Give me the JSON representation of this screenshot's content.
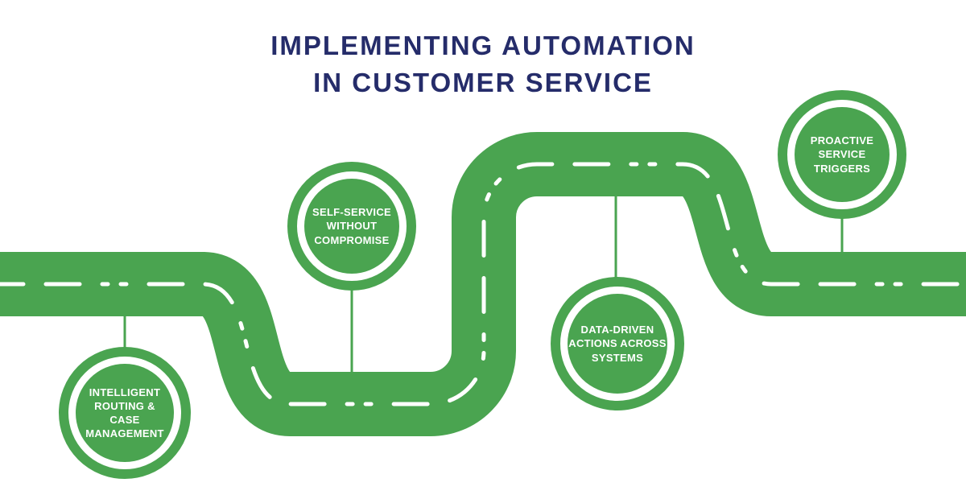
{
  "title": {
    "line1": "IMPLEMENTING AUTOMATION",
    "line2": "IN CUSTOMER SERVICE"
  },
  "colors": {
    "road_green": "#4aa450",
    "title_navy": "#252c6a",
    "center_line_white": "#ffffff"
  },
  "road": {
    "type": "winding-road",
    "description": "Green road entering from left, dipping down, rising through a vertical stretch to a top straight, then descending to exit right; white dashed centerline"
  },
  "milestones": [
    {
      "position": "bottom-left",
      "lines": [
        "INTELLIGENT",
        "ROUTING &",
        "CASE",
        "MANAGEMENT"
      ]
    },
    {
      "position": "upper-middle-left",
      "lines": [
        "SELF-SERVICE",
        "WITHOUT",
        "COMPROMISE"
      ]
    },
    {
      "position": "lower-middle-right",
      "lines": [
        "DATA-DRIVEN",
        "ACTIONS ACROSS",
        "SYSTEMS"
      ]
    },
    {
      "position": "top-right",
      "lines": [
        "PROACTIVE",
        "SERVICE",
        "TRIGGERS"
      ]
    }
  ]
}
